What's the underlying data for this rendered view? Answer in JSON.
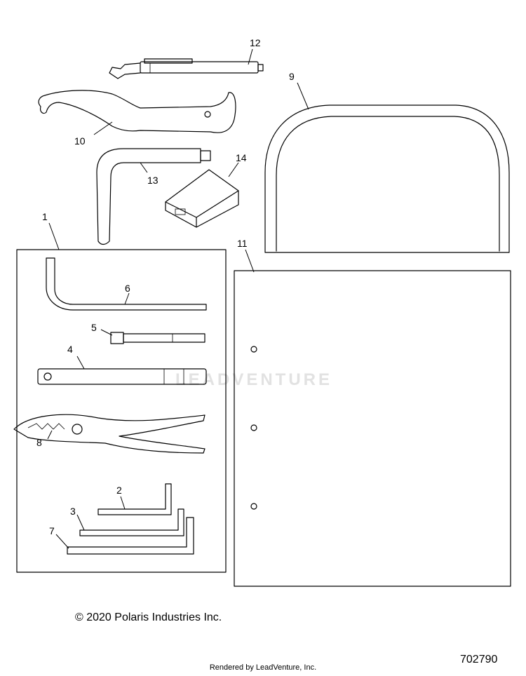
{
  "callouts": {
    "c1": "1",
    "c2": "2",
    "c3": "3",
    "c4": "4",
    "c5": "5",
    "c6": "6",
    "c7": "7",
    "c8": "8",
    "c9": "9",
    "c10": "10",
    "c11": "11",
    "c12": "12",
    "c13": "13",
    "c14": "14"
  },
  "watermark": "LEADVENTURE",
  "copyright": "© 2020 Polaris Industries Inc.",
  "footer": "Rendered by LeadVenture, Inc.",
  "diagram_number": "702790"
}
